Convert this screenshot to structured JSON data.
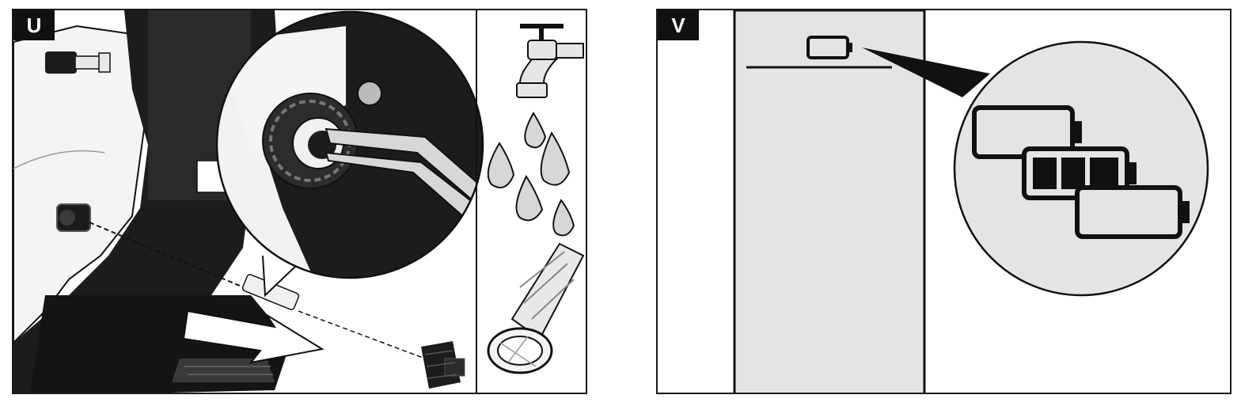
{
  "panels": [
    {
      "label": "U",
      "description": "drain",
      "steps": [
        "remove-coupling",
        "pull-out-filter",
        "clean-filter"
      ]
    },
    {
      "label": "V",
      "description": "battery"
    }
  ],
  "battery_levels": [
    "empty",
    "full",
    "empty"
  ],
  "colors": {
    "ink": "#111111",
    "machine": "#1c1c1c",
    "gray_fill": "#d7d7d7",
    "screen": "#e4e4e4",
    "white": "#ffffff"
  }
}
